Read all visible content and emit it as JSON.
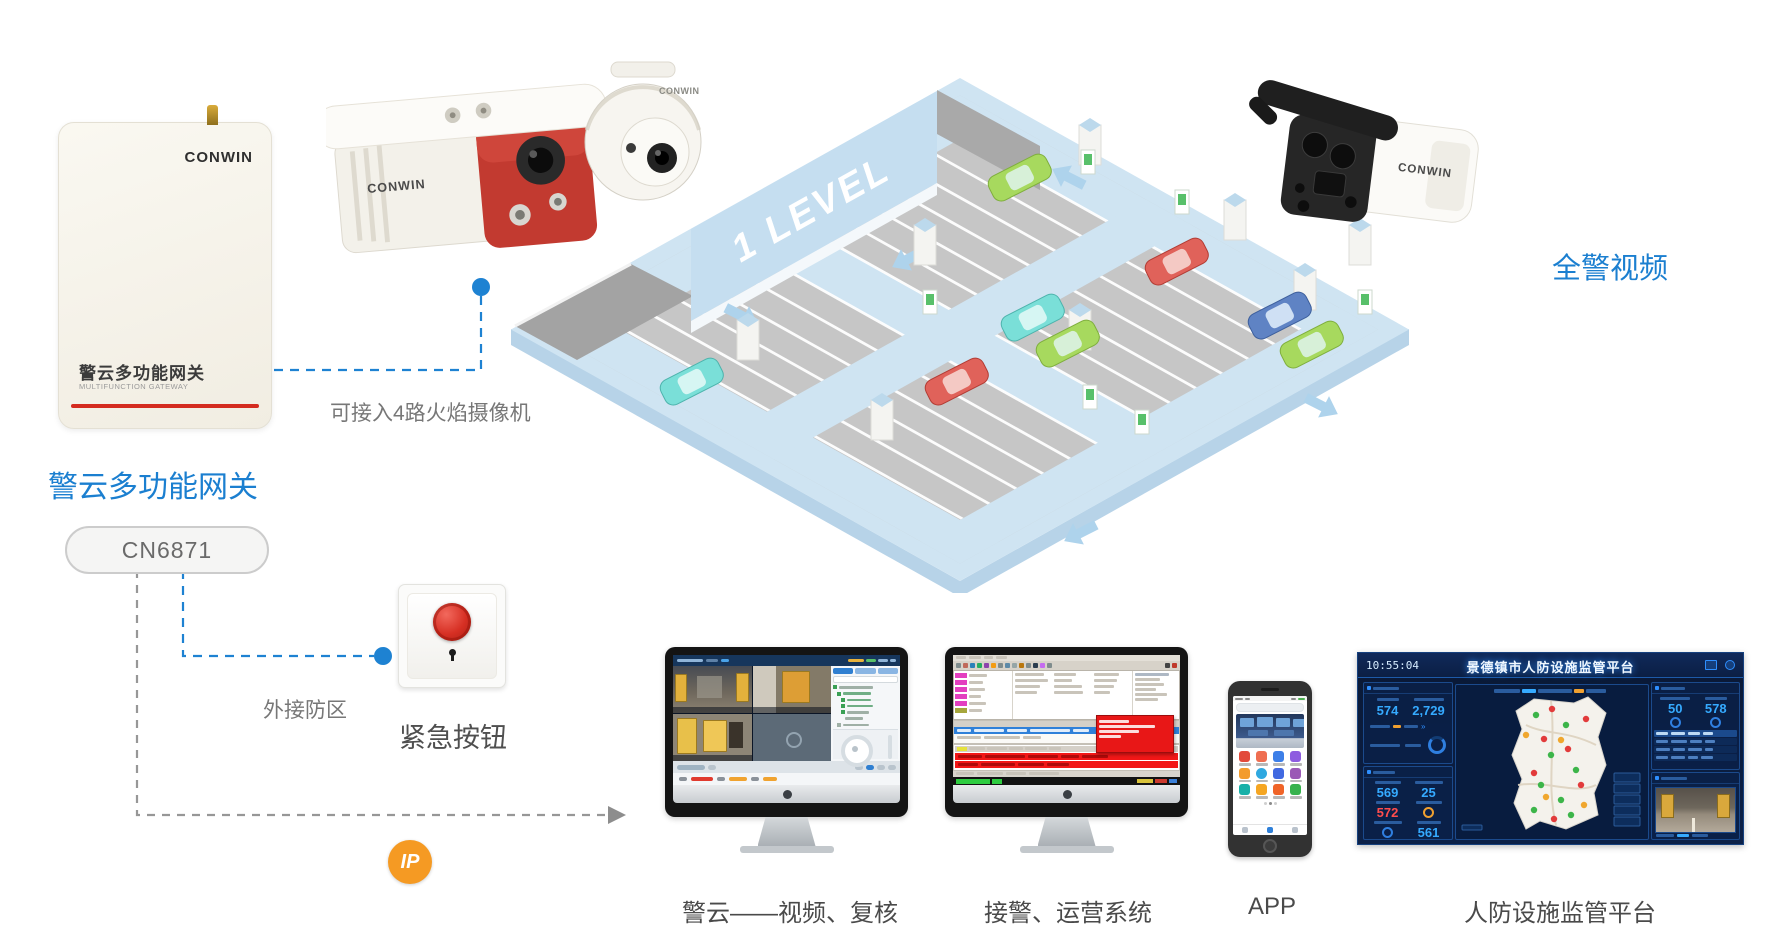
{
  "brand": "CONWIN",
  "gateway": {
    "title_cn": "警云多功能网关",
    "title_en": "MULTIFUNCTION GATEWAY",
    "label": "警云多功能网关",
    "model": "CN6871"
  },
  "annotations": {
    "fire_camera_note": "可接入4路火焰摄像机",
    "external_zone": "外接防区",
    "panic_button": "紧急按钮",
    "full_police_video": "全警视频",
    "ip_badge": "IP",
    "garage_level": "1 LEVEL"
  },
  "stations": [
    {
      "label": "警云——视频、复核"
    },
    {
      "label": "接警、运营系统"
    },
    {
      "label": "APP"
    },
    {
      "label": "人防设施监管平台"
    }
  ],
  "dashboard": {
    "time": "10:55:04",
    "title": "景德镇市人防设施监管平台",
    "left_stats": [
      "574",
      "2,729",
      "569",
      "25",
      "572",
      "561"
    ],
    "right_stats": [
      "50",
      "578"
    ]
  }
}
